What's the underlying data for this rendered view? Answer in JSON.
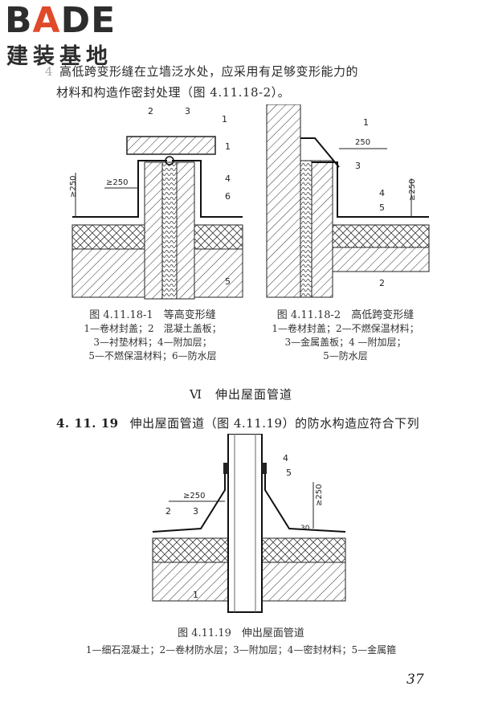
{
  "logo": {
    "brand": "BADE",
    "subtitle": "建装基地",
    "brand_color": "#2d2d2d",
    "accent_color": "#e04a2a"
  },
  "paragraph": {
    "prefix": "4",
    "text": "高低跨变形缝在立墙泛水处，应采用有足够变形能力的",
    "text2": "材料和构造作密封处理（图 4.11.18-2）。"
  },
  "figure1": {
    "title": "图 4.11.18-1　等高变形缝",
    "legend": [
      "1—卷材封盖；2　混凝土盖板；",
      "3—衬垫材料；4—附加层；",
      "5—不燃保温材料；6—防水层"
    ],
    "labels": [
      "2",
      "3",
      "1",
      "1",
      "4",
      "6",
      "5"
    ],
    "dim_250": "≥250",
    "dim_vertical": "≥250"
  },
  "figure2": {
    "title": "图 4.11.18-2　高低跨变形缝",
    "legend": [
      "1—卷材封盖；2—不燃保温材料；",
      "3—金属盖板；4 —附加层；",
      "5—防水层"
    ],
    "labels": [
      "1",
      "3",
      "4",
      "5",
      "2"
    ],
    "dim_250": "250",
    "dim_vertical": "≥250"
  },
  "section_heading": "Ⅵ　伸出屋面管道",
  "clause": {
    "number": "4. 11. 19",
    "text": "伸出屋面管道（图 4.11.19）的防水构造应符合下列"
  },
  "figure3": {
    "title": "图 4.11.19　伸出屋面管道",
    "legend": "1—细石混凝土；2—卷材防水层；3—附加层；4—密封材料；5—金属箍",
    "labels": [
      "4",
      "5",
      "2",
      "3",
      "1"
    ],
    "dim_250": "≥250",
    "dim_vertical": "≥250",
    "dim_30": "30"
  },
  "page_number": "37"
}
